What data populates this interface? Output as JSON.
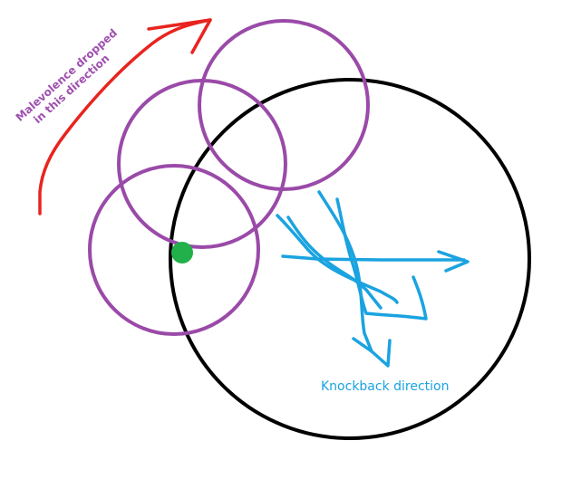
{
  "annotations": {
    "drop_label_line1": "Malevolence dropped",
    "drop_label_line2": "in this direction",
    "knockback_label": "Knockback direction"
  },
  "colors": {
    "background": "#ffffff",
    "big_circle": "#000000",
    "purple_circles": "#9a4aa8",
    "drop_arrow": "#e8241f",
    "drop_label": "#a050b0",
    "knockback_arrows": "#1aa3e0",
    "knockback_label": "#1aa3e0",
    "player_dot": "#22b04a"
  },
  "elements": {
    "purple_circle_count": 3,
    "big_circle_count": 1,
    "knockback_arrow_count": 2
  }
}
